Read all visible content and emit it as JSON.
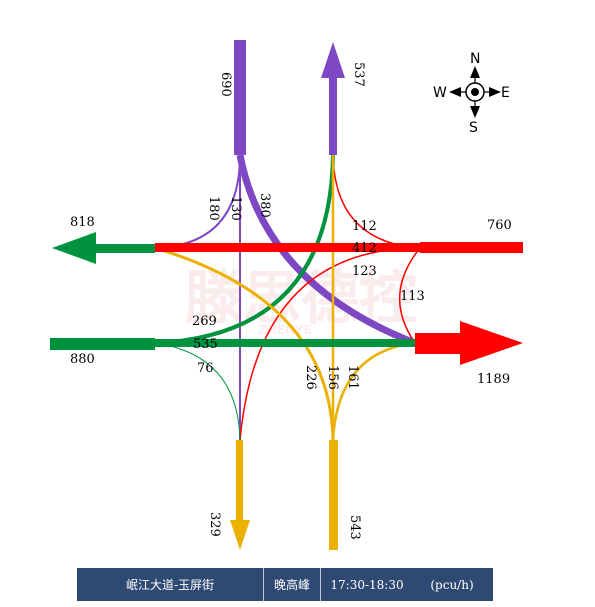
{
  "compass": {
    "n": "N",
    "s": "S",
    "e": "E",
    "w": "W"
  },
  "colors": {
    "north_approach": "#7e48c4",
    "south_approach": "#ecb000",
    "east_approach": "#ff0000",
    "west_approach": "#00923f",
    "footer_bg": "#2e4a73"
  },
  "arms": {
    "north_in": "690",
    "north_out": "537",
    "west_out": "818",
    "east_in": "760",
    "west_in": "880",
    "east_out": "1189",
    "south_out": "329",
    "south_in": "543"
  },
  "movements": {
    "north_right": "180",
    "north_through": "130",
    "north_left": "380",
    "east_right": "112",
    "east_through": "412",
    "east_left": "123",
    "east_uturn": "113",
    "west_left": "269",
    "west_through": "535",
    "west_right": "76",
    "south_left": "226",
    "south_through": "156",
    "south_right": "161"
  },
  "watermark": {
    "text": "滕思德控",
    "sub": "ZHENYE"
  },
  "footer": {
    "location": "岷江大道-玉屏街",
    "period": "晚高峰",
    "time": "17:30-18:30",
    "unit": "(pcu/h)"
  }
}
